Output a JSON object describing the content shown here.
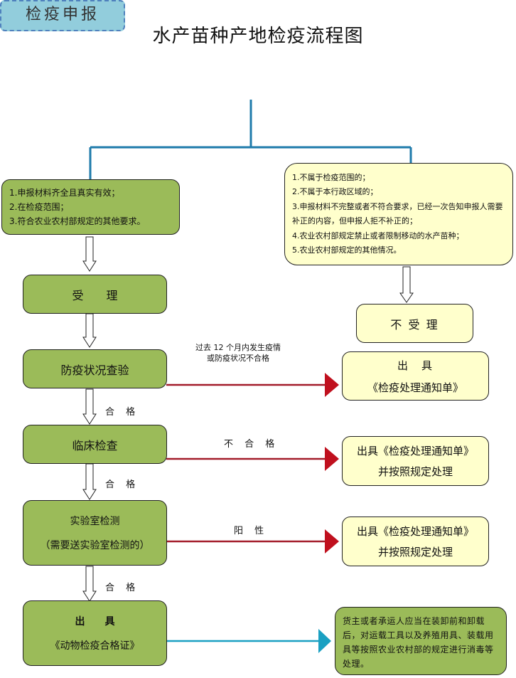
{
  "title": "水产苗种产地检疫流程图",
  "start": {
    "label": "检疫申报"
  },
  "branch_accept": {
    "conditions": [
      "1.申报材料齐全且真实有效；",
      "2.在检疫范围；",
      "3.符合农业农村部规定的其他要求。"
    ]
  },
  "branch_reject": {
    "conditions": [
      "1.不属于检疫范围的；",
      "2.不属于本行政区域的；",
      "3.申报材料不完整或者不符合要求，已经一次告知申报人需要补正的内容，但申报人拒不补正的；",
      "4.农业农村部规定禁止或者限制移动的水产苗种；",
      "5.农业农村部规定的其他情况。"
    ],
    "result": "不 受 理"
  },
  "steps": [
    {
      "label": "受　　理"
    },
    {
      "label": "防疫状况查验"
    },
    {
      "label": "临床检查"
    },
    {
      "label_line1": "实验室检测",
      "label_line2": "（需要送实验室检测的）"
    },
    {
      "label_line1": "出　　具",
      "label_line2": "《动物检疫合格证》"
    }
  ],
  "pass_labels": [
    "合 格",
    "合 格",
    "合 格"
  ],
  "fail_branches": [
    {
      "condition_line1": "过去 12 个月内发生疫情",
      "condition_line2": "或防疫状况不合格",
      "result_line1": "出　具",
      "result_line2": "《检疫处理通知单》"
    },
    {
      "condition": "不 合 格",
      "result_line1": "出具《检疫处理通知单》",
      "result_line2": "并按照规定处理"
    },
    {
      "condition": "阳 性",
      "result_line1": "出具《检疫处理通知单》",
      "result_line2": "并按照规定处理"
    }
  ],
  "final_note": "货主或者承运人应当在装卸前和卸载后，对运载工具以及养殖用具、装载用具等按照农业农村部的规定进行消毒等处理。",
  "colors": {
    "connector_blue": "#1f7bab",
    "fail_arrow": "#a31c2a",
    "final_arrow": "#1aa0c2",
    "green_box": "#9bbb59",
    "yellow_box": "#ffffcc",
    "start_box": "#92cddc"
  }
}
